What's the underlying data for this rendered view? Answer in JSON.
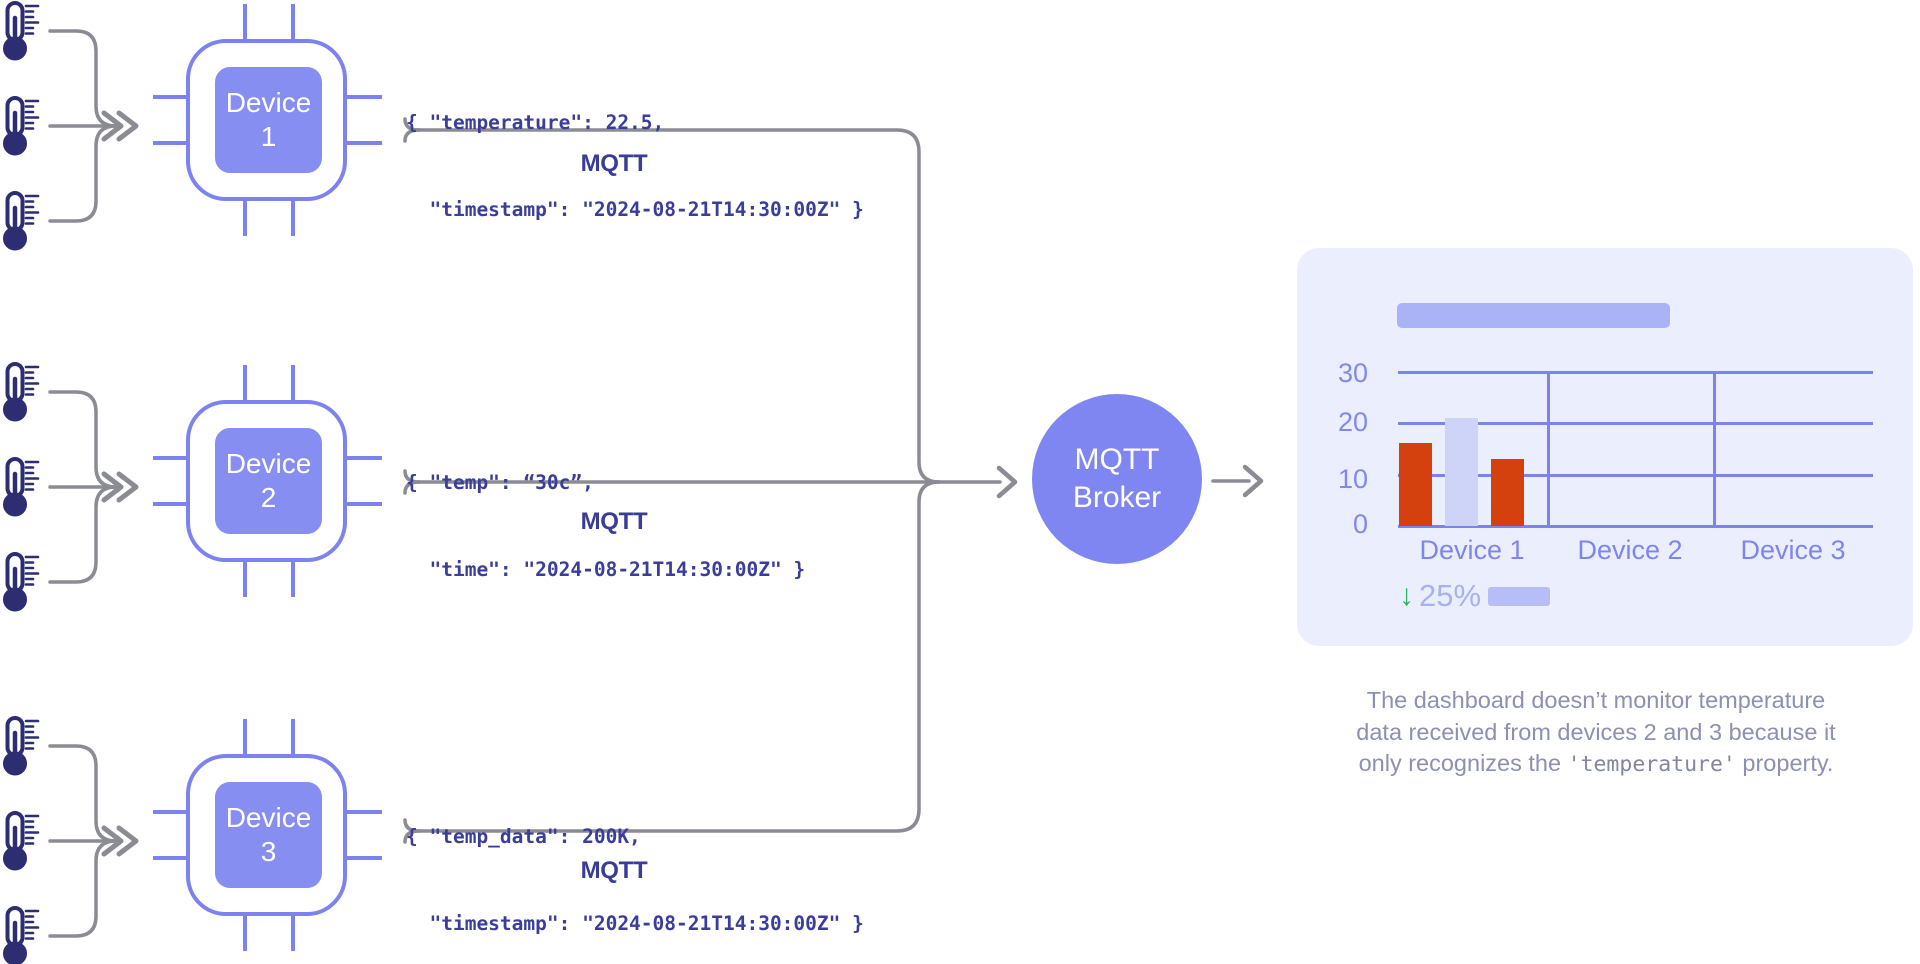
{
  "colors": {
    "periwinkle_stroke": "#7c83f0",
    "chip_fill": "#878ef2",
    "broker_fill": "#8086f1",
    "wire_gray": "#8b8b93",
    "thermometer_navy": "#2d2d71",
    "payload_text": "#3a3e9a",
    "protocol_label": "#3a3d98",
    "card_bg": "#ebeefc",
    "grid_line": "#7b84ed",
    "axis_label": "#8089ee",
    "bar_red": "#d5400f",
    "bar_lavender": "#cdd4f8",
    "placeholder_bar": "#aab3f6",
    "stat_green": "#26b561",
    "stat_text": "#a8b1f4",
    "caption_text": "#8d90b0"
  },
  "icons": {
    "sensor": "thermometer-icon",
    "stat_direction": "arrow-down-icon",
    "flow": "arrow-right-icon"
  },
  "devices": [
    {
      "name_lines": [
        "Device",
        "1"
      ],
      "payload_lines": [
        "{ \"temperature\": 22.5,",
        "  \"timestamp\": \"2024-08-21T14:30:00Z\" }"
      ],
      "protocol": "MQTT"
    },
    {
      "name_lines": [
        "Device",
        "2"
      ],
      "payload_lines": [
        "{ \"temp\": “30c”,",
        "  \"time\": \"2024-08-21T14:30:00Z\" }"
      ],
      "protocol": "MQTT"
    },
    {
      "name_lines": [
        "Device",
        "3"
      ],
      "payload_lines": [
        "{ \"temp_data\": 200K,",
        "  \"timestamp\": \"2024-08-21T14:30:00Z\" }"
      ],
      "protocol": "MQTT"
    }
  ],
  "broker": {
    "name_lines": [
      "MQTT",
      "Broker"
    ]
  },
  "dashboard": {
    "chart_data": {
      "type": "bar",
      "categories": [
        "Device 1",
        "Device 2",
        "Device 3"
      ],
      "bars": [
        {
          "category": "Device 1",
          "value": 16,
          "color": "#d5400f"
        },
        {
          "category": "Device 1",
          "value": 21,
          "color": "#cdd4f8"
        },
        {
          "category": "Device 1",
          "value": 13,
          "color": "#d5400f"
        }
      ],
      "yticks": [
        30,
        20,
        10,
        0
      ],
      "ylim": [
        0,
        30
      ],
      "grid": true,
      "legend": false,
      "title": ""
    },
    "stat": {
      "direction": "down",
      "arrow_glyph": "↓",
      "value": "25%"
    }
  },
  "caption": {
    "line1": "The dashboard doesn’t monitor temperature",
    "line2": "data received from devices 2 and 3 because it",
    "line3_before": "only recognizes the ",
    "line3_code": "'temperature'",
    "line3_after": " property."
  }
}
